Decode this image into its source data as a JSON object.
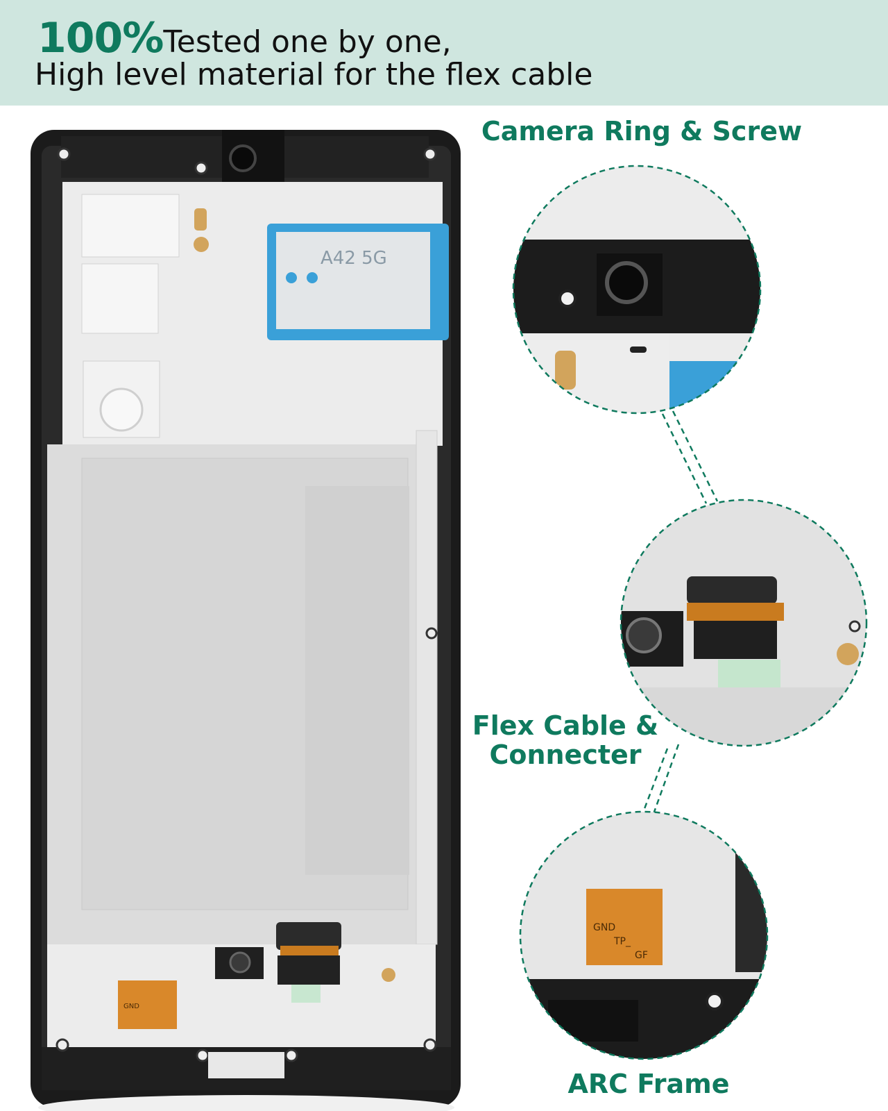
{
  "header": {
    "percent": "100%",
    "line1_rest": "Tested one by one,",
    "line2": "High level material for the flex cable"
  },
  "callouts": {
    "camera": "Camera Ring & Screw",
    "flex_line1": "Flex Cable &",
    "flex_line2": "Connecter",
    "arc": "ARC Frame"
  },
  "panel_sticker": {
    "model": "A42 5G"
  },
  "flex_text": {
    "gnd": "GND",
    "tp": "TP_",
    "gf": "GF"
  },
  "colors": {
    "brand_green": "#0f7a5e",
    "header_bg": "#cfe6df",
    "frame_black": "#1b1b1b",
    "sticker_blue": "#3aa0d8",
    "flex_orange": "#d9882a"
  }
}
